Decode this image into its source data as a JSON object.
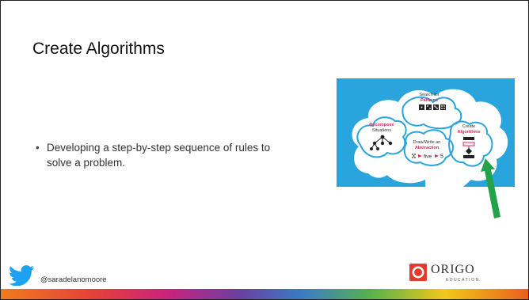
{
  "slide": {
    "title": "Create Algorithms",
    "bullets": [
      "Developing a step-by-step sequence of rules to solve a problem."
    ]
  },
  "graphic": {
    "search_text": "Search for",
    "patterns_text": "Patterns",
    "decompose_text": "Decompose",
    "situations_text": "Situations",
    "create_text": "Create",
    "algorithms_text": "Algorithms",
    "drawwrite_text": "Draw/Write an",
    "abstraction_text": "Abstraction",
    "five_text": "five",
    "five_number": "5"
  },
  "footer": {
    "handle": "@saradelanomoore"
  },
  "logo": {
    "word": "ORIGO",
    "sub": "EDUCATION"
  },
  "colors": {
    "graphic_bg": "#2aa4dd",
    "arrow": "#22a34a",
    "twitter": "#1da1f2",
    "logo_red": "#e23a2c"
  }
}
